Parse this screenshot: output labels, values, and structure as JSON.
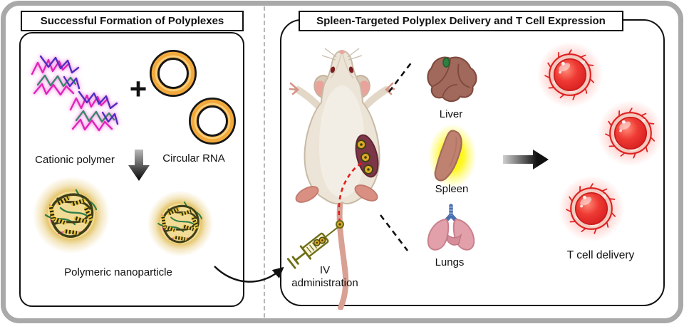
{
  "figure": {
    "left_panel": {
      "title": "Successful Formation of Polyplexes",
      "plus_sign": "+",
      "cationic_polymer_label": "Cationic polymer",
      "circular_rna_label": "Circular RNA",
      "nanoparticle_label": "Polymeric nanoparticle"
    },
    "right_panel": {
      "title": "Spleen-Targeted Polyplex Delivery and T Cell Expression",
      "iv_label_line1": "IV",
      "iv_label_line2": "administration",
      "liver_label": "Liver",
      "spleen_label": "Spleen",
      "lungs_label": "Lungs",
      "tcell_label": "T cell delivery"
    },
    "colors": {
      "outer_border": "#a9a9a9",
      "panel_border": "#111111",
      "divider": "#b7b7b7",
      "polymer_magenta": "#e020b8",
      "polymer_purple": "#4b2fbf",
      "polymer_green": "#37876a",
      "polymer_glow": "#ee6fe0",
      "rna_ring_gold": "#f2a93b",
      "nanoparticle_gold": "#d9ab29",
      "spleen_glow_yellow": "#fff60a",
      "t_cell_red": "#e52727",
      "vein_red": "#e41e1e",
      "mouse_body": "#ece4d7",
      "organ_liver": "#a1695c",
      "organ_spleen": "#bf8270",
      "organ_lungs": "#e2a0ab"
    }
  }
}
